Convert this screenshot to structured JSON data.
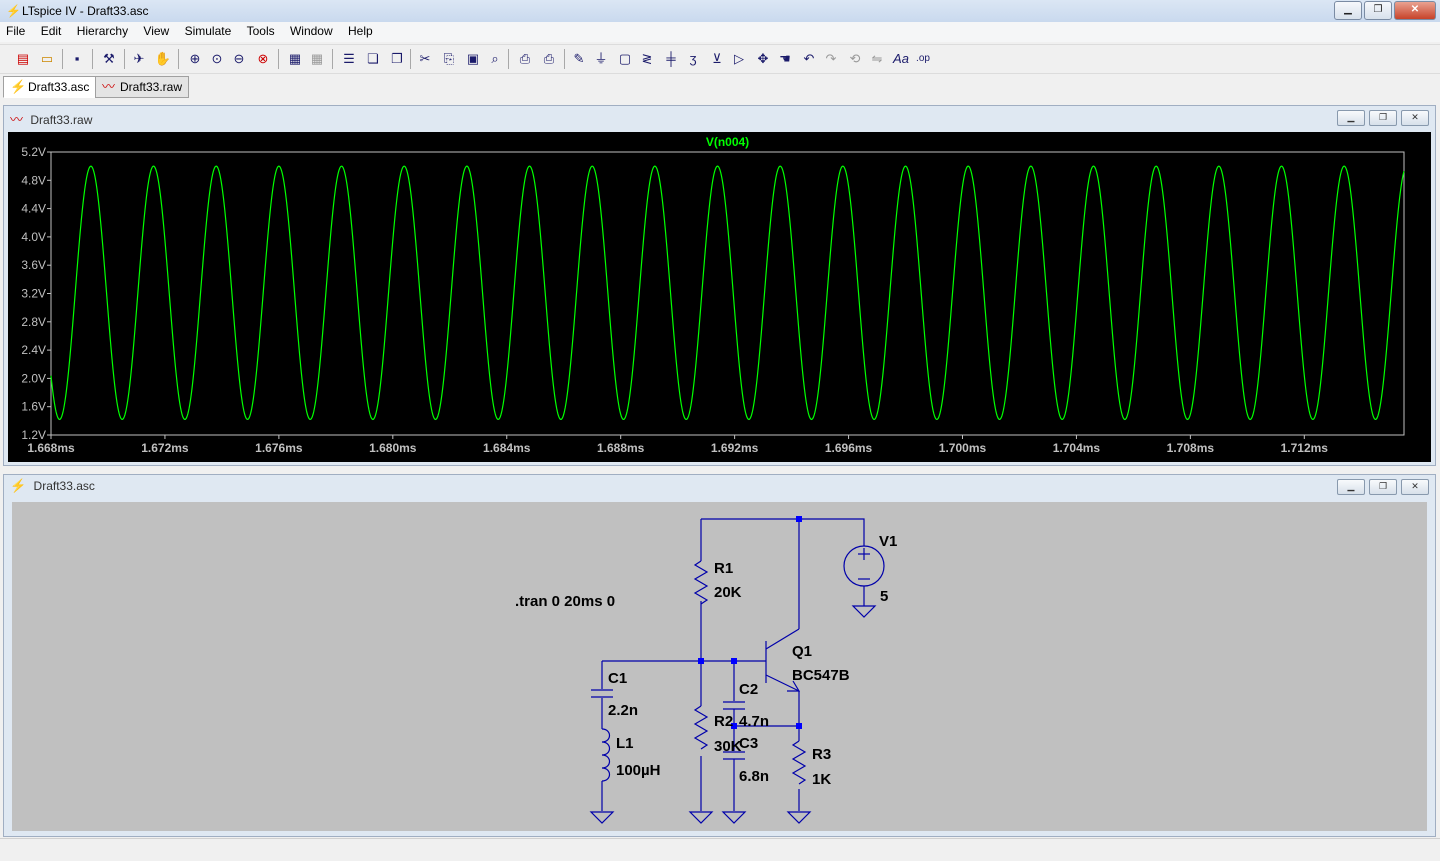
{
  "window": {
    "title": "LTspice IV - Draft33.asc"
  },
  "menu": [
    "File",
    "Edit",
    "Hierarchy",
    "View",
    "Simulate",
    "Tools",
    "Window",
    "Help"
  ],
  "tabs": [
    {
      "label": "Draft33.asc",
      "icon": "schematic-icon"
    },
    {
      "label": "Draft33.raw",
      "icon": "waveform-icon"
    }
  ],
  "waveform_window": {
    "title": "Draft33.raw"
  },
  "schematic_window": {
    "title": "Draft33.asc"
  },
  "chart_data": {
    "type": "line",
    "title": "V(n004)",
    "series": [
      {
        "name": "V(n004)",
        "color": "#00ff00",
        "min": 1.42,
        "max": 5.0,
        "period_ms": 0.0022,
        "phase_ms": 1.6694
      }
    ],
    "x": {
      "min": 1.668,
      "max": 1.7155,
      "ticks": [
        "1.668ms",
        "1.672ms",
        "1.676ms",
        "1.680ms",
        "1.684ms",
        "1.688ms",
        "1.692ms",
        "1.696ms",
        "1.700ms",
        "1.704ms",
        "1.708ms",
        "1.712ms"
      ],
      "tick_values": [
        1.668,
        1.672,
        1.676,
        1.68,
        1.684,
        1.688,
        1.692,
        1.696,
        1.7,
        1.704,
        1.708,
        1.712
      ]
    },
    "y": {
      "min": 1.2,
      "max": 5.2,
      "ticks": [
        "5.2V",
        "4.8V",
        "4.4V",
        "4.0V",
        "3.6V",
        "3.2V",
        "2.8V",
        "2.4V",
        "2.0V",
        "1.6V",
        "1.2V"
      ],
      "tick_values": [
        5.2,
        4.8,
        4.4,
        4.0,
        3.6,
        3.2,
        2.8,
        2.4,
        2.0,
        1.6,
        1.2
      ]
    },
    "background": "#000000",
    "axis_color": "#c0c0c0"
  },
  "schematic": {
    "directive": ".tran 0 20ms 0",
    "components": {
      "V1": {
        "name": "V1",
        "value": "5"
      },
      "R1": {
        "name": "R1",
        "value": "20K"
      },
      "R2": {
        "name": "R2",
        "value": "30K"
      },
      "R3": {
        "name": "R3",
        "value": "1K"
      },
      "C1": {
        "name": "C1",
        "value": "2.2n"
      },
      "C2": {
        "name": "C2",
        "value": "4.7n"
      },
      "C3": {
        "name": "C3",
        "value": "6.8n"
      },
      "L1": {
        "name": "L1",
        "value": "100µH"
      },
      "Q1": {
        "name": "Q1",
        "value": "BC547B"
      }
    },
    "wire_color": "#0000aa",
    "background": "#c0c0c0"
  }
}
